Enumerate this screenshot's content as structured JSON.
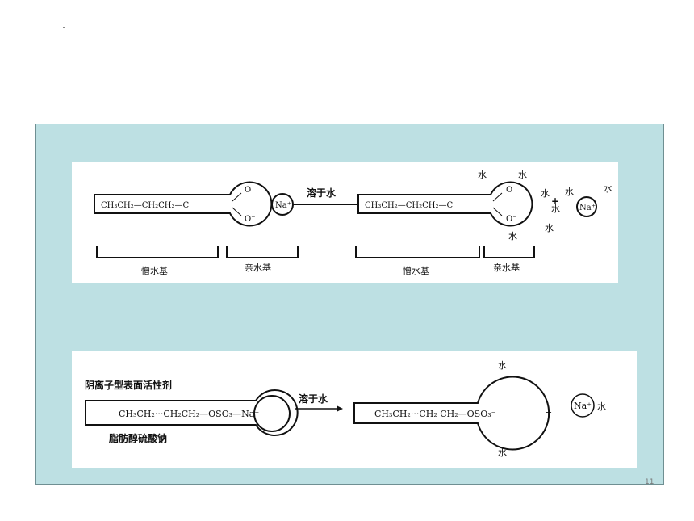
{
  "top_diagram": {
    "left_chain": "CH₃CH₂—CH₂CH₂—C",
    "carbonyl_o": "O",
    "carboxyl_o": "O⁻",
    "ion": "Na⁺",
    "arrow_label": "溶于水",
    "right_chain": "CH₃CH₂—CH₂CH₂—C",
    "water": "水",
    "plus": "+",
    "hydrophobic_label": "憎水基",
    "hydrophilic_label": "亲水基"
  },
  "bottom_diagram": {
    "title": "阴离子型表面活性剂",
    "left_formula": "CH₃CH₂···CH₂CH₂—OSO₃—Na⁺",
    "name": "脂肪醇硫酸钠",
    "arrow_label": "溶于水",
    "right_formula": "CH₃CH₂···CH₂ CH₂—OSO₃⁻",
    "plus": "+",
    "ion": "Na⁺",
    "water": "水"
  },
  "page_number": "11"
}
